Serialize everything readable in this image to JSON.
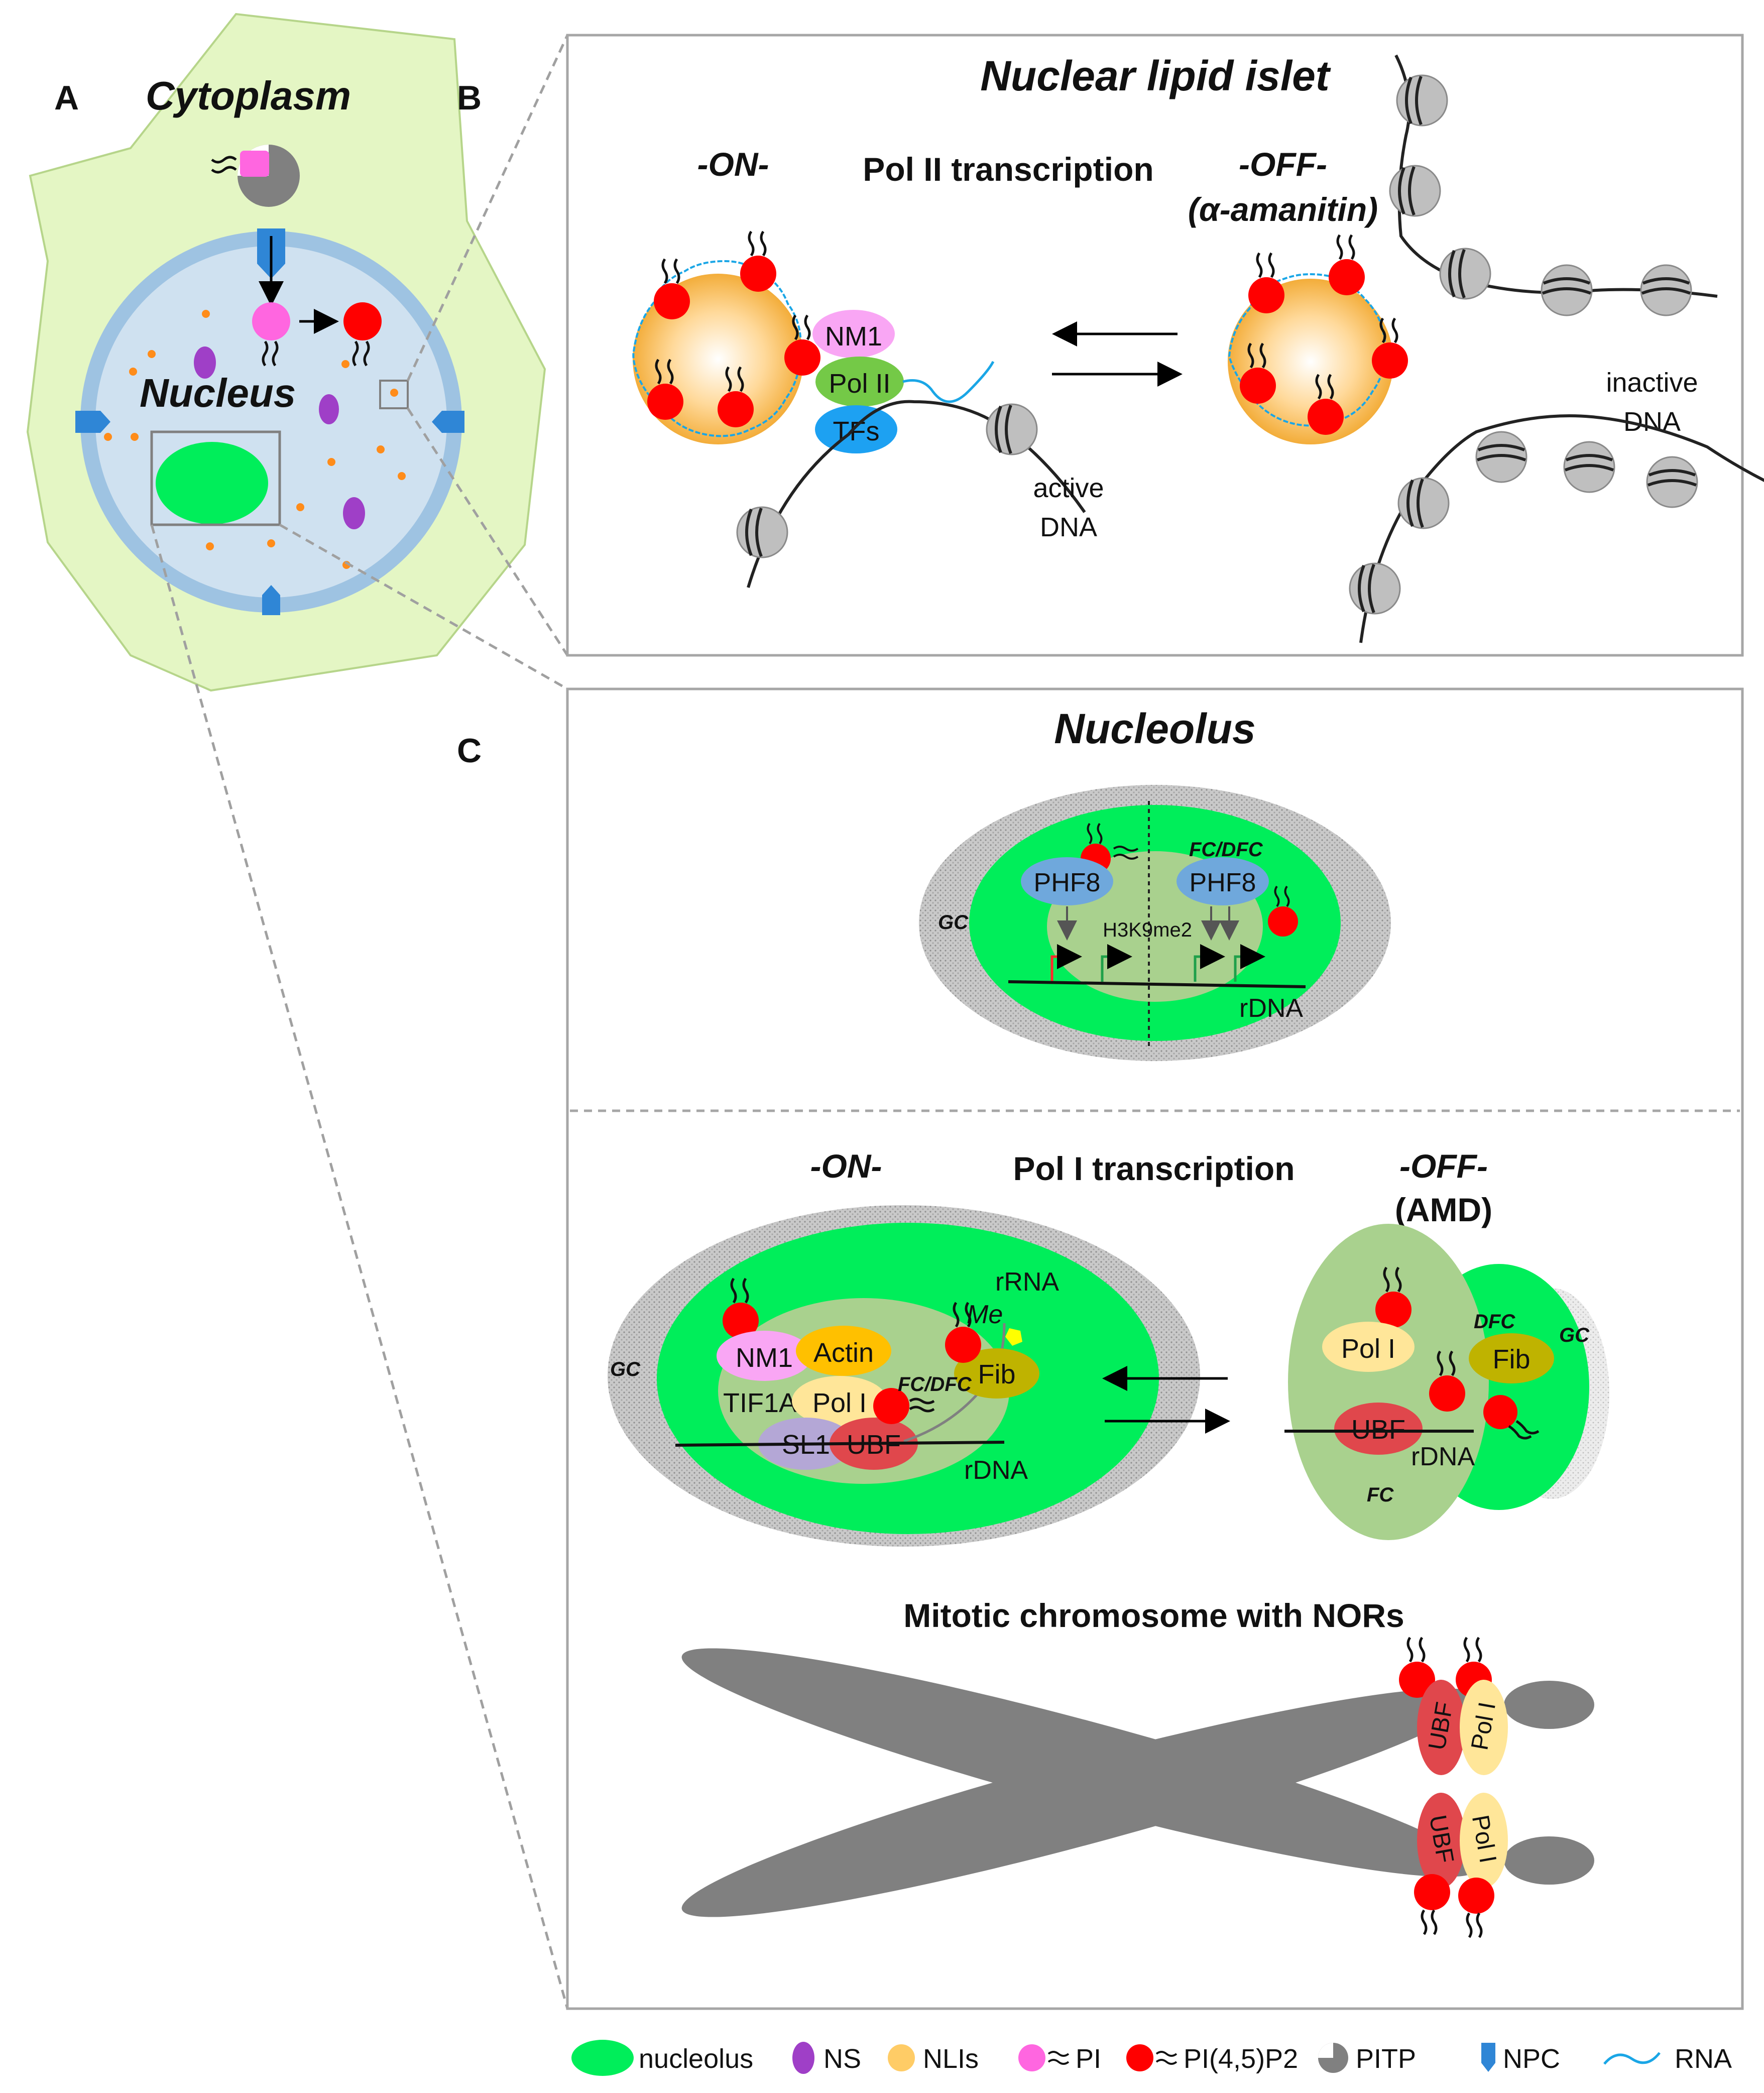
{
  "panel_labels": {
    "a": "A",
    "b": "B",
    "c": "C"
  },
  "panel_a": {
    "cytoplasm": "Cytoplasm",
    "nucleus": "Nucleus"
  },
  "panel_b": {
    "title": "Nuclear lipid islet",
    "on": "-ON-",
    "process": "Pol II transcription",
    "off": "-OFF-",
    "off_condition": "(α-amanitin)",
    "labels": {
      "nm1": "NM1",
      "pol2": "Pol II",
      "tfs": "TFs"
    },
    "active_dna": [
      "active",
      "DNA"
    ],
    "inactive_dna": [
      "inactive",
      "DNA"
    ]
  },
  "panel_c_top": {
    "title": "Nucleolus",
    "fc_dfc": "FC/DFC",
    "gc": "GC",
    "phf8_left": "PHF8",
    "phf8_right": "PHF8",
    "h3k9": "H3K9me2",
    "rdna": "rDNA"
  },
  "panel_c_mid": {
    "on": "-ON-",
    "process": "Pol I transcription",
    "off": "-OFF-",
    "off_condition": "(AMD)",
    "left": {
      "gc": "GC",
      "nm1": "NM1",
      "actin": "Actin",
      "tif1a": "TIF1A",
      "pol1": "Pol I",
      "sl1": "SL1",
      "ubf": "UBF",
      "fib": "Fib",
      "fc_dfc": "FC/DFC",
      "rrna": "rRNA",
      "me": "Me",
      "rdna": "rDNA"
    },
    "right": {
      "pol1": "Pol I",
      "dfc": "DFC",
      "gc": "GC",
      "fib": "Fib",
      "ubf": "UBF",
      "rdna": "rDNA",
      "fc": "FC"
    }
  },
  "panel_c_bottom": {
    "title": "Mitotic chromosome with NORs",
    "ubf": "UBF",
    "pol1": "Pol I"
  },
  "legend": [
    {
      "label": "nucleolus",
      "symbol": "nucleolus",
      "color": "#00ee5a"
    },
    {
      "label": "NS",
      "symbol": "ns",
      "color": "#9f3fc7"
    },
    {
      "label": "NLIs",
      "symbol": "nli",
      "color": "#ffcc66"
    },
    {
      "label": "PI",
      "symbol": "pi",
      "color": "#ff66e0"
    },
    {
      "label": "PI(4,5)P2",
      "symbol": "pip2",
      "color": "#ff0000"
    },
    {
      "label": "PITP",
      "symbol": "pitp",
      "color": "#888888"
    },
    {
      "label": "NPC",
      "symbol": "npc",
      "color": "#2f86d6"
    },
    {
      "label": "RNA",
      "symbol": "rna",
      "color": "#1aa6e6"
    }
  ],
  "colors": {
    "cytoplasm": "#e4f6c4",
    "nucleus": "#cfe1f0",
    "envelope": "#9ec3e2",
    "nucleolus": "#00ee5a",
    "fc": "#a9d18e",
    "pip2": "#ff0000",
    "pi": "#ff66e0",
    "npc": "#2f86d6",
    "nm1": "#f9a6f4",
    "pol2": "#74c947",
    "tfs": "#1da1f2",
    "actin": "#ffc000",
    "pol1": "#ffe699",
    "ubf": "#e0474c",
    "sl1": "#b4a7d6",
    "fib": "#bfb300",
    "phf8": "#6fa8dc",
    "chromosome": "#808080"
  }
}
